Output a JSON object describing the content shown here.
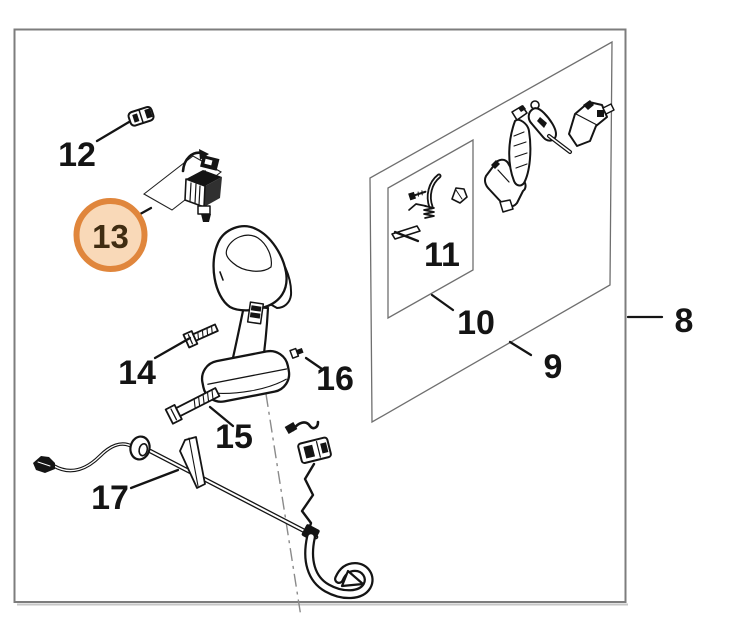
{
  "diagram": {
    "type": "exploded-parts-diagram",
    "selected_callout": "13"
  },
  "callouts": {
    "n8": "8",
    "n9": "9",
    "n10": "10",
    "n11": "11",
    "n12": "12",
    "n13": "13",
    "n14": "14",
    "n15": "15",
    "n16": "16",
    "n17": "17"
  },
  "highlight": {
    "ring_color": "#e0863c",
    "fill_color": "#f9d9b8",
    "number_color": "#402d12"
  },
  "colors": {
    "line_art": "#141414",
    "frame_border": "#7d7d7d",
    "panel_outline": "#6f6f6f",
    "centerline": "#8a8a8a",
    "background": "#ffffff"
  }
}
